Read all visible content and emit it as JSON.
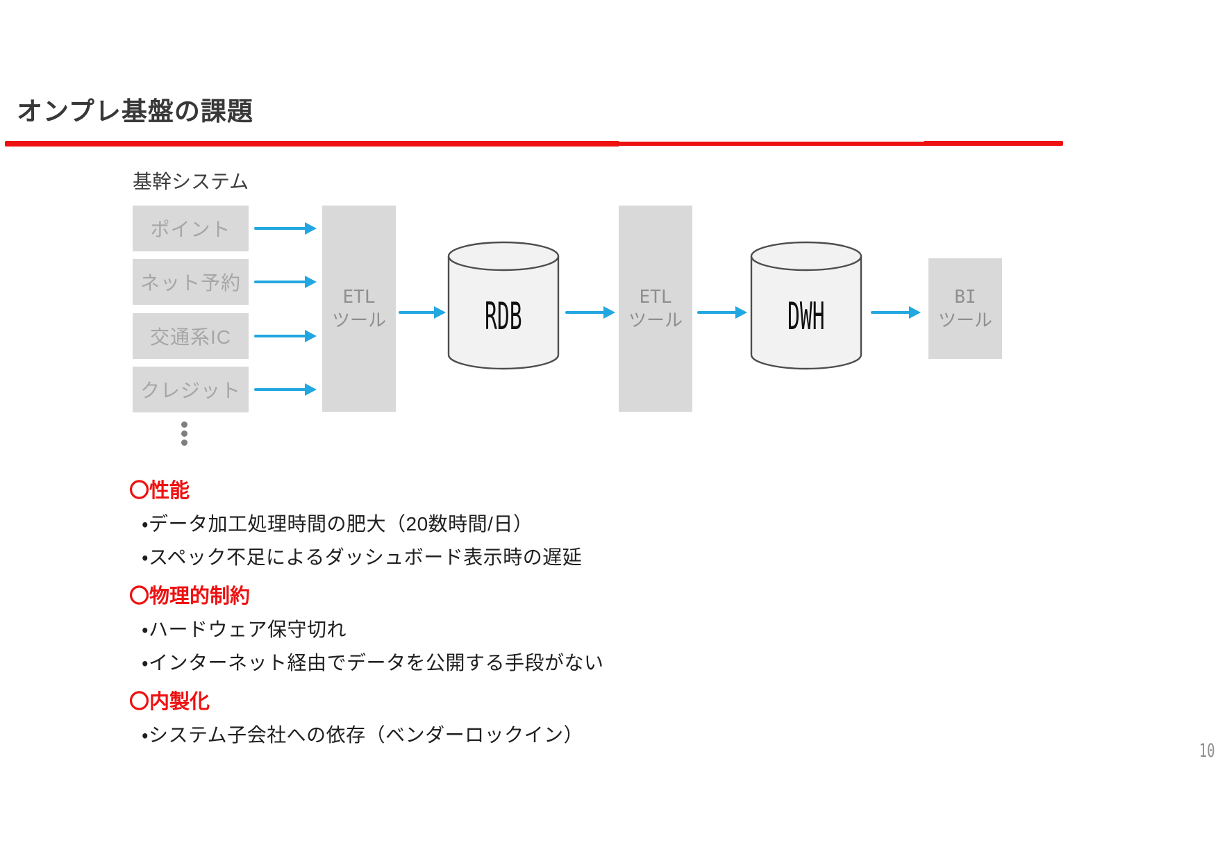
{
  "slide": {
    "title": "オンプレ基盤の課題",
    "page_number": "10",
    "accent_red": "#ee1111",
    "arrow_blue": "#22a7e0",
    "box_gray": "#d9d9d9",
    "cylinder_fill": "#f2f2f2"
  },
  "diagram": {
    "group_label": "基幹システム",
    "sources": [
      {
        "label": "ポイント"
      },
      {
        "label": "ネット予約"
      },
      {
        "label": "交通系IC"
      },
      {
        "label": "クレジット"
      }
    ],
    "etl1": {
      "line1": "ETL",
      "line2": "ツール"
    },
    "rdb": {
      "label": "RDB"
    },
    "etl2": {
      "line1": "ETL",
      "line2": "ツール"
    },
    "dwh": {
      "label": "DWH"
    },
    "bi": {
      "line1": "BI",
      "line2": "ツール"
    }
  },
  "issues": [
    {
      "heading": "〇性能",
      "items": [
        "・データ加工処理時間の肥大（20数時間/日）",
        "・スペック不足によるダッシュボード表示時の遅延"
      ]
    },
    {
      "heading": "〇物理的制約",
      "items": [
        "・ハードウェア保守切れ",
        "・インターネット経由でデータを公開する手段がない"
      ]
    },
    {
      "heading": "〇内製化",
      "items": [
        "・システム子会社への依存（ベンダーロックイン）"
      ]
    }
  ]
}
